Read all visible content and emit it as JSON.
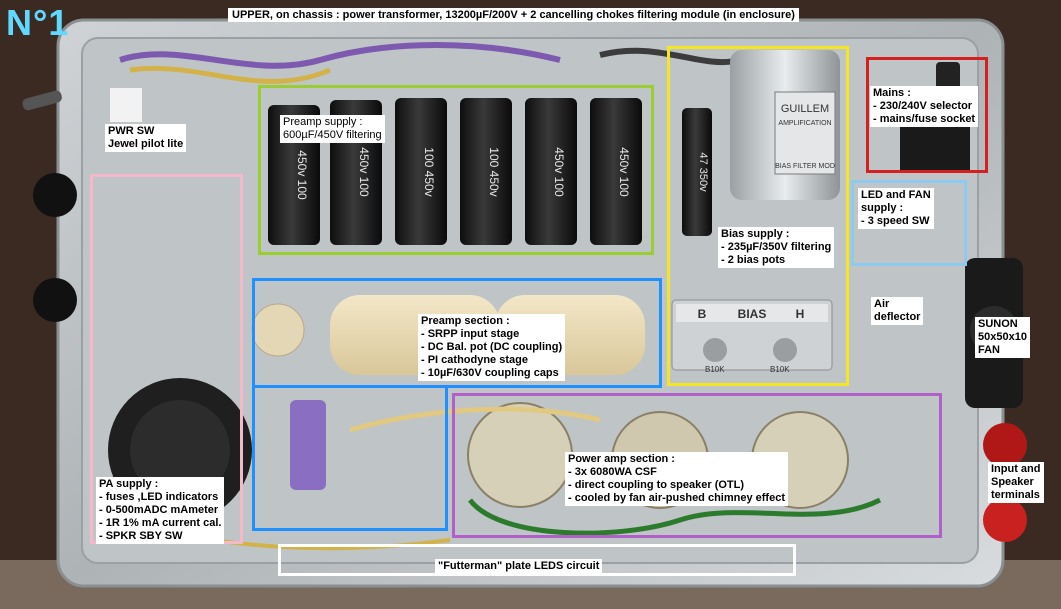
{
  "photo_number": "N°1",
  "title": "UPPER, on chassis : power transformer, 13200µF/200V + 2 cancelling chokes filtering module (in enclosure)",
  "colors": {
    "green": "#9acd32",
    "yellow": "#f5e625",
    "red": "#d42020",
    "lightblue": "#8ec9f0",
    "pink": "#f5b8c8",
    "blue": "#1e90ff",
    "purple": "#b060c8",
    "white": "#ffffff",
    "number": "#5fd9ff"
  },
  "labels": {
    "pwr": [
      "PWR SW",
      "Jewel pilot lite"
    ],
    "preamp_supply": [
      "Preamp supply :",
      "600µF/450V filtering"
    ],
    "mains": [
      "Mains :",
      "- 230/240V selector",
      "- mains/fuse socket"
    ],
    "led_fan": [
      "LED and FAN",
      "supply :",
      "- 3 speed SW"
    ],
    "bias": [
      "Bias supply :",
      "- 235µF/350V filtering",
      "- 2 bias pots"
    ],
    "air": [
      "Air",
      "deflector"
    ],
    "sunon": [
      "SUNON",
      "50x50x10",
      "FAN"
    ],
    "preamp_section": [
      "Preamp section :",
      "- SRPP input stage",
      "- DC Bal. pot (DC coupling)",
      "- PI cathodyne stage",
      "- 10µF/630V coupling caps"
    ],
    "power_amp": [
      "Power amp section :",
      "- 3x 6080WA CSF",
      "- direct coupling to speaker (OTL)",
      "- cooled by fan air-pushed chimney effect"
    ],
    "terminals": [
      "Input and",
      "Speaker",
      "terminals"
    ],
    "pa_supply": [
      "PA supply :",
      "- fuses ,LED indicators",
      "- 0-500mADC mAmeter",
      "- 1R 1% mA current cal.",
      "- SPKR SBY SW"
    ],
    "futterman": [
      "\"Futterman\" plate LEDS circuit"
    ]
  },
  "photo_text": {
    "cap_marks": [
      "450v 100",
      "450v 100",
      "100 450v",
      "100 450v",
      "450v 100",
      "450v 100",
      "47 350v"
    ],
    "filter_brand": "GUILLEM",
    "filter_sub": "AMPLIFICATION",
    "filter_name": "BIAS FILTER MOD",
    "bias_plate": "BIAS",
    "bias_letters": [
      "B",
      "H"
    ],
    "pot_values": [
      "B10K",
      "B10K"
    ]
  }
}
